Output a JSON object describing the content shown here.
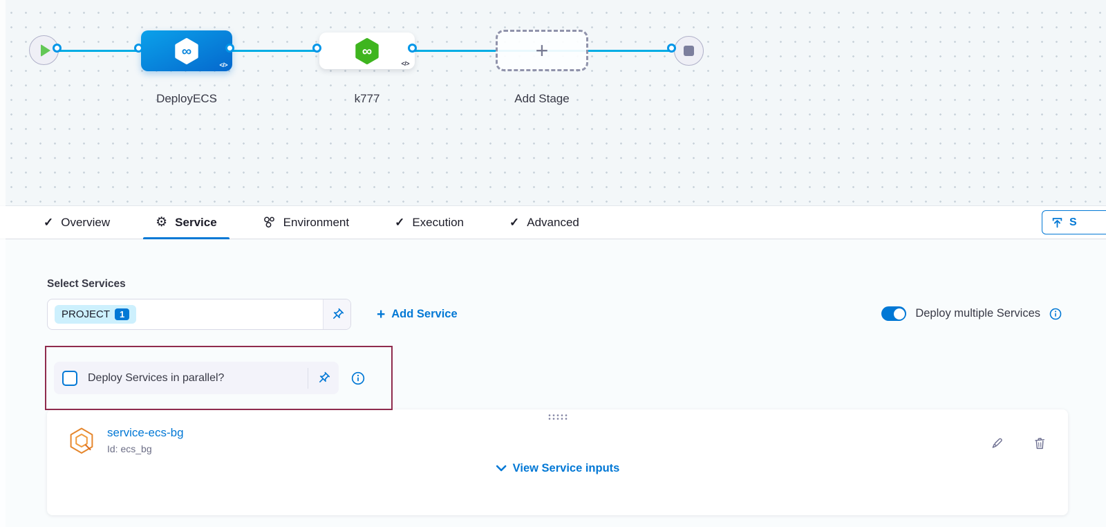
{
  "colors": {
    "accent_blue": "#0278d5",
    "connector_blue": "#00ade4",
    "stage_gradient_start": "#0ba1ea",
    "stage_gradient_end": "#0568cd",
    "hexagon_green": "#3eb51f",
    "annotation_border": "#8f2b4d",
    "tag_background": "#cdf0fd"
  },
  "icons": {
    "check_glyph": "✓",
    "gear_glyph": "⚙",
    "plus_glyph": "+",
    "infinity_glyph": "∞",
    "code_glyph": "</>"
  },
  "pipeline": {
    "stages": [
      {
        "label": "DeployECS"
      },
      {
        "label": "k777"
      },
      {
        "label": "Add Stage"
      }
    ]
  },
  "tabs": {
    "items": [
      {
        "label": "Overview",
        "icon": "check"
      },
      {
        "label": "Service",
        "icon": "gear",
        "active": true
      },
      {
        "label": "Environment",
        "icon": "environment"
      },
      {
        "label": "Execution",
        "icon": "check"
      },
      {
        "label": "Advanced",
        "icon": "check"
      }
    ],
    "save_button_label": "S"
  },
  "service_form": {
    "section_label": "Select Services",
    "selected_service_tag": "PROJECT",
    "selected_count_badge": "1",
    "add_service_label": "Add Service",
    "deploy_multiple_label": "Deploy multiple Services",
    "parallel_question_label": "Deploy Services in parallel?"
  },
  "service_card": {
    "service_name": "service-ecs-bg",
    "service_id": "Id: ecs_bg",
    "view_inputs_label": "View Service inputs"
  }
}
